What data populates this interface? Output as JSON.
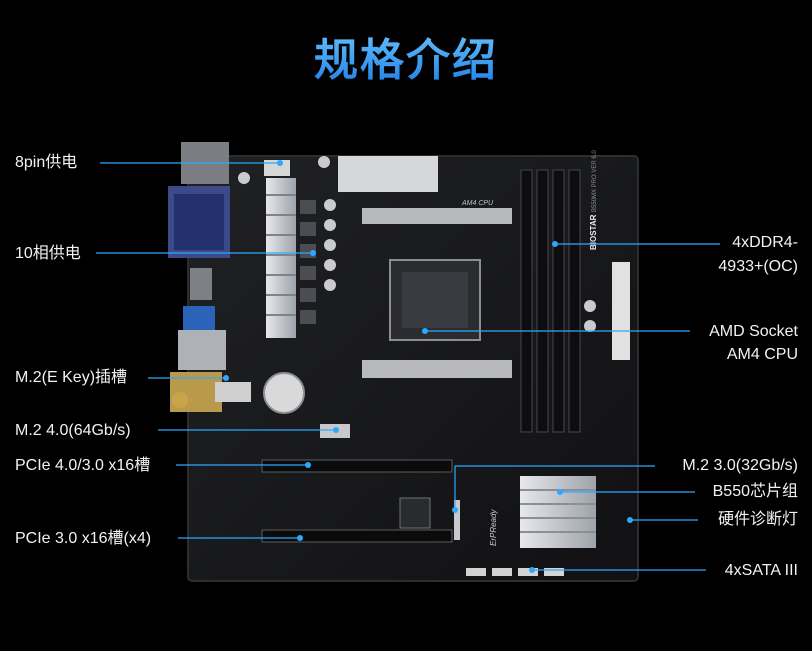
{
  "title": "规格介绍",
  "labels_left": [
    "8pin供电",
    "10相供电",
    "M.2(E Key)插槽",
    "M.2 4.0(64Gb/s)",
    "PCIe 4.0/3.0 x16槽",
    "PCIe 3.0 x16槽(x4)"
  ],
  "labels_right": [
    "4xDDR4-",
    "4933+(OC)",
    "AMD Socket",
    "AM4 CPU",
    "M.2 3.0(32Gb/s)",
    "B550芯片组",
    "硬件诊断灯",
    "4xSATA III"
  ],
  "board_text": {
    "cpu_mark": "AM4 CPU",
    "brand": "BIOSTAR",
    "ram_text": "B550MX PRO VER 6.0",
    "slot_text": "ErPReady"
  },
  "colors": {
    "title_top": "#6cc7ff",
    "title_bottom": "#1e7fe6",
    "callout_line": "#2ea8ff",
    "board": "#1a1a1c",
    "heatsink": "#b8bcc2"
  }
}
